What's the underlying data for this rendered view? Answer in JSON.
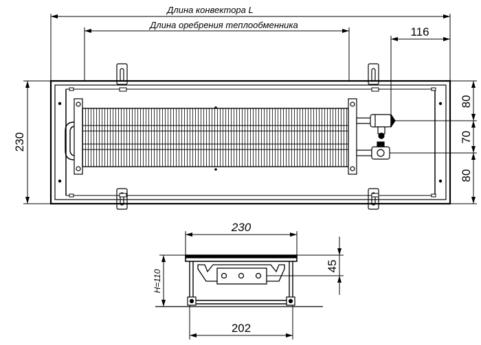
{
  "top_view": {
    "length_label": "Длина конвектора L",
    "fin_length_label": "Длина оребрения теплообменника",
    "offset_dim": "116",
    "height_dim": "230",
    "right_dims": [
      "80",
      "70",
      "80"
    ]
  },
  "section_view": {
    "width_top_dim": "230",
    "width_bottom_dim": "202",
    "height_label": "H=110",
    "inlet_height_dim": "45"
  }
}
